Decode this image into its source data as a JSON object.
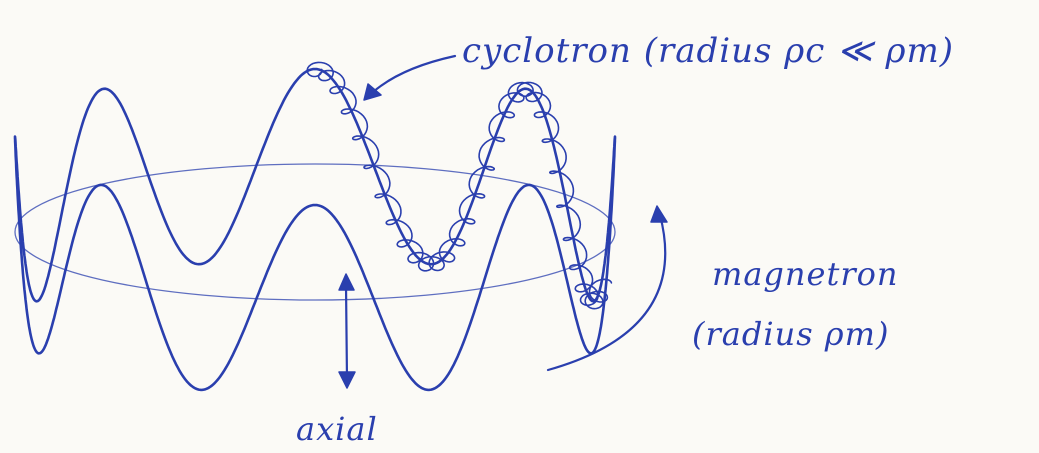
{
  "labels": {
    "cyclotron": "cyclotron (radius ρc ≪ ρm)",
    "magnetron_line1": "magnetron",
    "magnetron_line2": "(radius ρm)",
    "axial": "axial"
  },
  "colors": {
    "ink": "#2a3fae",
    "paper": "#fbfaf6"
  }
}
